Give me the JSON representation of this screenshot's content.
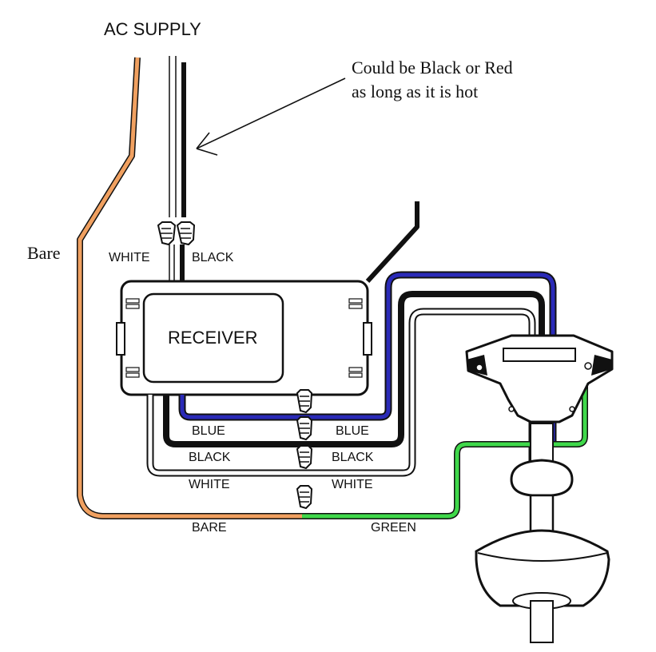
{
  "labels": {
    "title": "AC SUPPLY",
    "note_line1": "Could be Black or Red",
    "note_line2": "as long as it is hot",
    "bare_side": "Bare",
    "supply_white": "WHITE",
    "supply_black": "BLACK",
    "receiver": "RECEIVER",
    "blue_left": "BLUE",
    "blue_right": "BLUE",
    "black_left": "BLACK",
    "black_right": "BLACK",
    "white_left": "WHITE",
    "white_right": "WHITE",
    "bare_bottom": "BARE",
    "green": "GREEN"
  },
  "colors": {
    "bare_wire": "#f0a060",
    "blue_wire": "#2a2ab8",
    "green_wire": "#3fd84a",
    "black_wire": "#111111",
    "outline": "#111111"
  },
  "icons": [
    "wire-nut-icon",
    "ceiling-fan-icon",
    "antenna-icon",
    "arrow-icon"
  ]
}
